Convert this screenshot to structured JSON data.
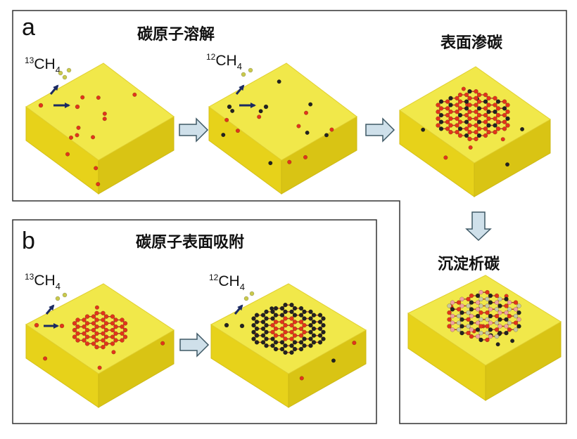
{
  "panel_a": {
    "letter": "a",
    "step1_title": "碳原子溶解",
    "step2_title": "表面渗碳",
    "step3_title": "沉淀析碳",
    "methane_13": {
      "isotope": "13",
      "formula": "CH",
      "subscript": "4"
    },
    "methane_12": {
      "isotope": "12",
      "formula": "CH",
      "subscript": "4"
    }
  },
  "panel_b": {
    "letter": "b",
    "title": "碳原子表面吸附",
    "methane_13": {
      "isotope": "13",
      "formula": "CH",
      "subscript": "4"
    },
    "methane_12": {
      "isotope": "12",
      "formula": "CH",
      "subscript": "4"
    }
  },
  "colors": {
    "cube_top": "#f1e84a",
    "cube_front": "#e7d21a",
    "cube_side": "#d9c414",
    "carbon_13": "#e2341b",
    "carbon_12": "#222222",
    "arrow_fill": "#cfe0ea",
    "arrow_stroke": "#3e5865",
    "pointer_arrow": "#1b2a63"
  }
}
